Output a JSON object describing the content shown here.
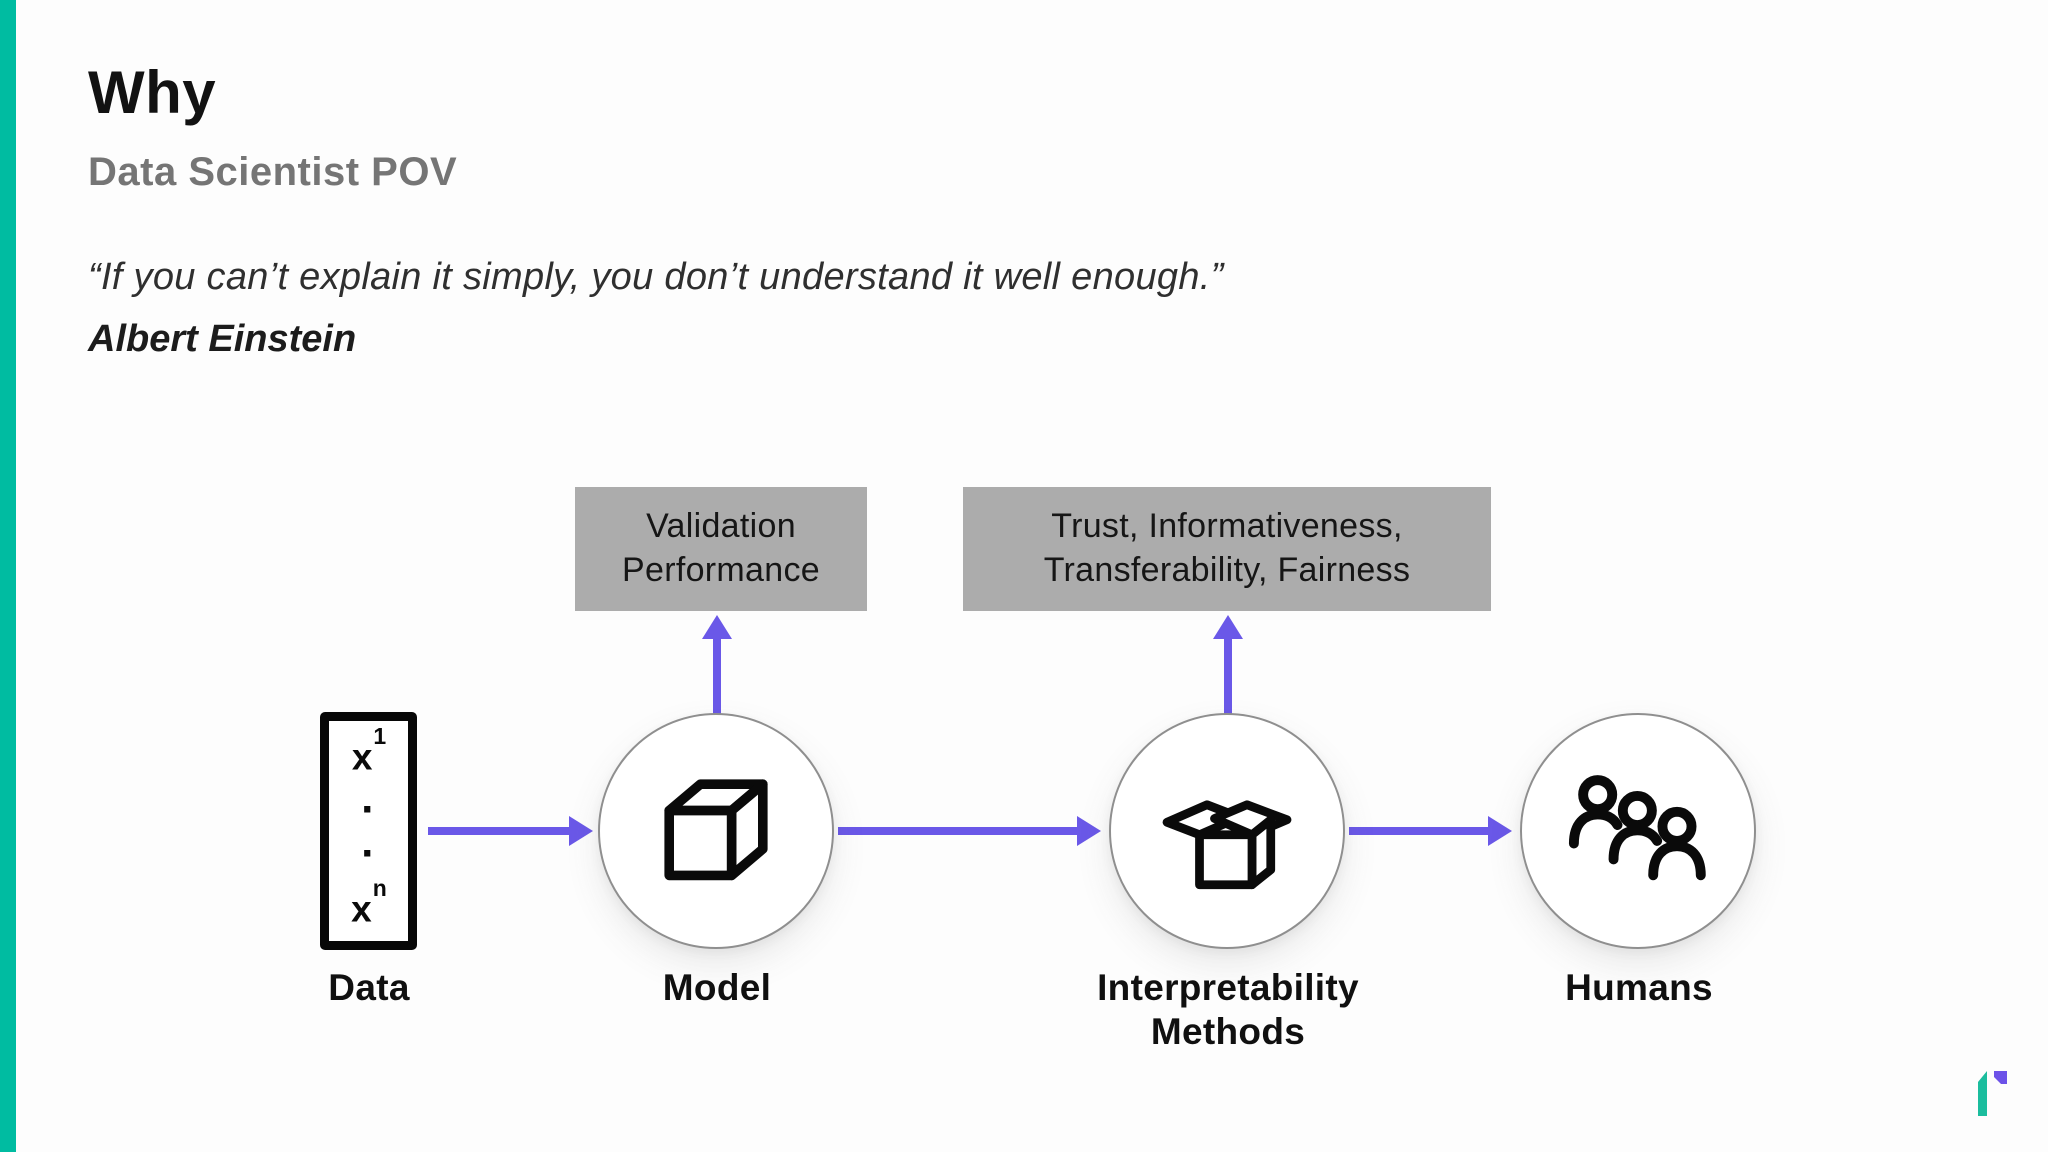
{
  "header": {
    "title": "Why",
    "subtitle": "Data Scientist POV"
  },
  "quote": {
    "text": "“If you can’t explain it simply, you don’t understand it well enough.”",
    "author": "Albert Einstein"
  },
  "diagram": {
    "data_node": {
      "label": "Data",
      "first": {
        "base": "x",
        "sup": "1"
      },
      "dots": [
        "·",
        "·"
      ],
      "last": {
        "base": "x",
        "sup": "n"
      }
    },
    "nodes": [
      {
        "id": "model",
        "label": "Model",
        "icon": "cube-icon"
      },
      {
        "id": "interpretability-methods",
        "label": "Interpretability Methods",
        "icon": "open-box-icon"
      },
      {
        "id": "humans",
        "label": "Humans",
        "icon": "people-icon"
      }
    ],
    "callouts": [
      {
        "id": "validation-performance",
        "text": "Validation Performance"
      },
      {
        "id": "trust-informativeness",
        "text": "Trust, Informativeness, Transferability, Fairness"
      }
    ]
  },
  "branding": {
    "logo_icon": "r-logo-icon"
  },
  "colors": {
    "accent-teal": "#00BCA1",
    "arrow-purple": "#6A58E8",
    "callout-gray": "#ACACAC",
    "circle-border": "#8F8F8F",
    "title-black": "#121212",
    "subtitle-gray": "#757575",
    "quote-gray": "#2F2F2F",
    "logo-teal": "#1BBD9E",
    "logo-purple": "#6C52E8"
  }
}
